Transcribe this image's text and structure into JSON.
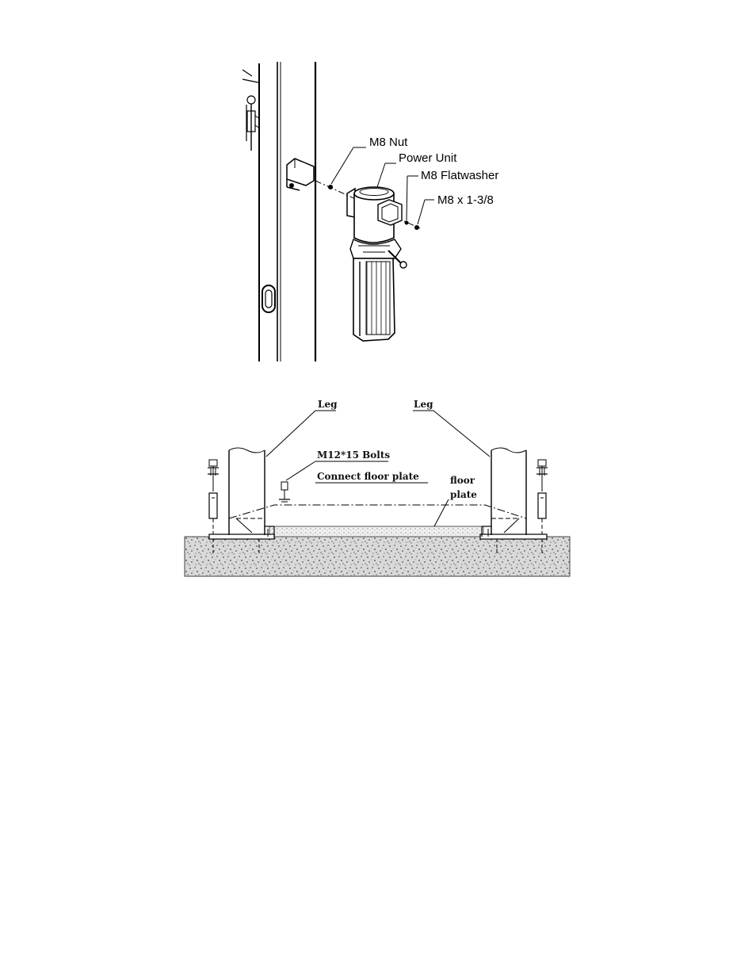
{
  "figure1": {
    "labels": {
      "nut": "M8 Nut",
      "power_unit": "Power Unit",
      "flatwasher": "M8 Flatwasher",
      "bolt": "M8 x 1-3/8"
    }
  },
  "figure2": {
    "labels": {
      "leg_left": "Leg",
      "leg_right": "Leg",
      "bolts": "M12*15 Bolts",
      "connect": "Connect floor plate",
      "floor_line1": "floor",
      "floor_line2": "plate"
    }
  }
}
